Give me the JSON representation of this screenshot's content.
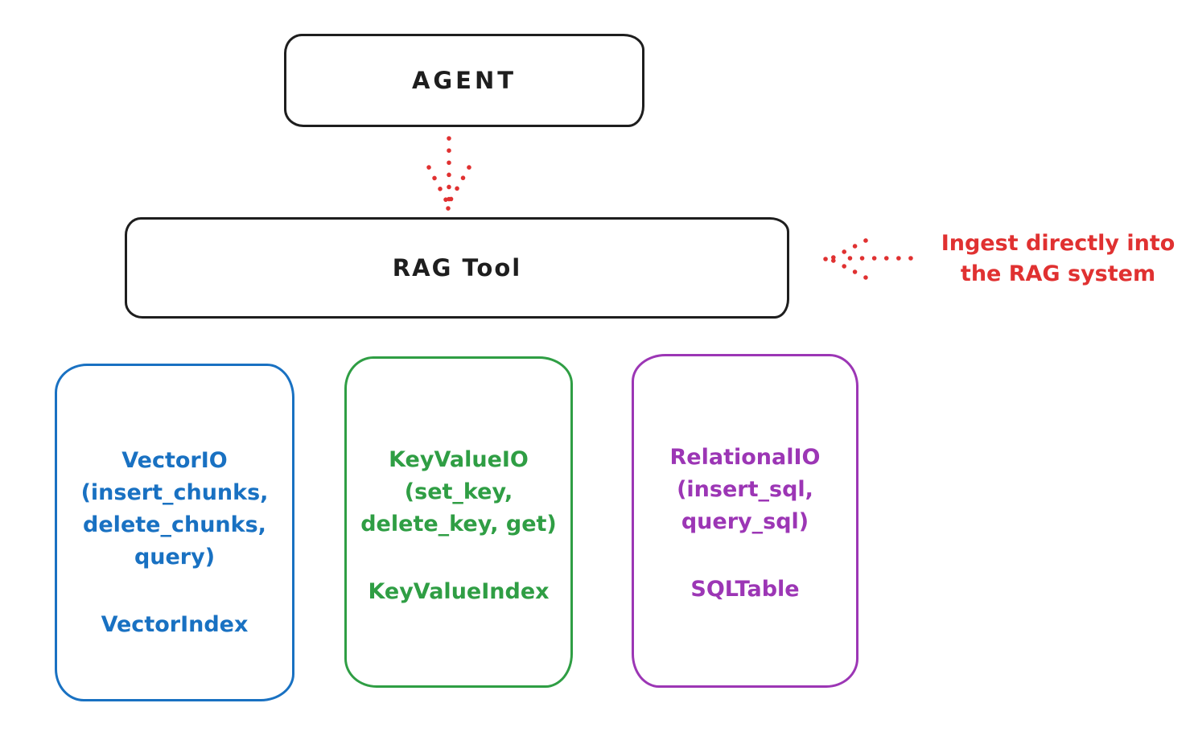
{
  "diagram": {
    "agent_box": {
      "label": "AGENT",
      "stroke_color": "#1e1e1e"
    },
    "rag_box": {
      "label": "RAG Tool",
      "stroke_color": "#1e1e1e"
    },
    "annotation": {
      "line1": "Ingest directly into",
      "line2": "the RAG system",
      "color": "#e03131"
    },
    "arrows": {
      "agent_to_rag": {
        "style": "dotted",
        "color": "#e03131",
        "direction": "down"
      },
      "annotation_to_rag": {
        "style": "dotted",
        "color": "#e03131",
        "direction": "left"
      }
    },
    "stores": [
      {
        "name": "vector-io",
        "color": "#1971c2",
        "lines": [
          "VectorIO",
          "(insert_chunks,",
          "delete_chunks,",
          "query)"
        ],
        "index_label": "VectorIndex"
      },
      {
        "name": "keyvalue-io",
        "color": "#2f9e44",
        "lines": [
          "KeyValueIO",
          "(set_key,",
          "delete_key, get)"
        ],
        "index_label": "KeyValueIndex"
      },
      {
        "name": "relational-io",
        "color": "#9c36b5",
        "lines": [
          "RelationalIO",
          "(insert_sql,",
          "query_sql)"
        ],
        "index_label": "SQLTable"
      }
    ]
  }
}
